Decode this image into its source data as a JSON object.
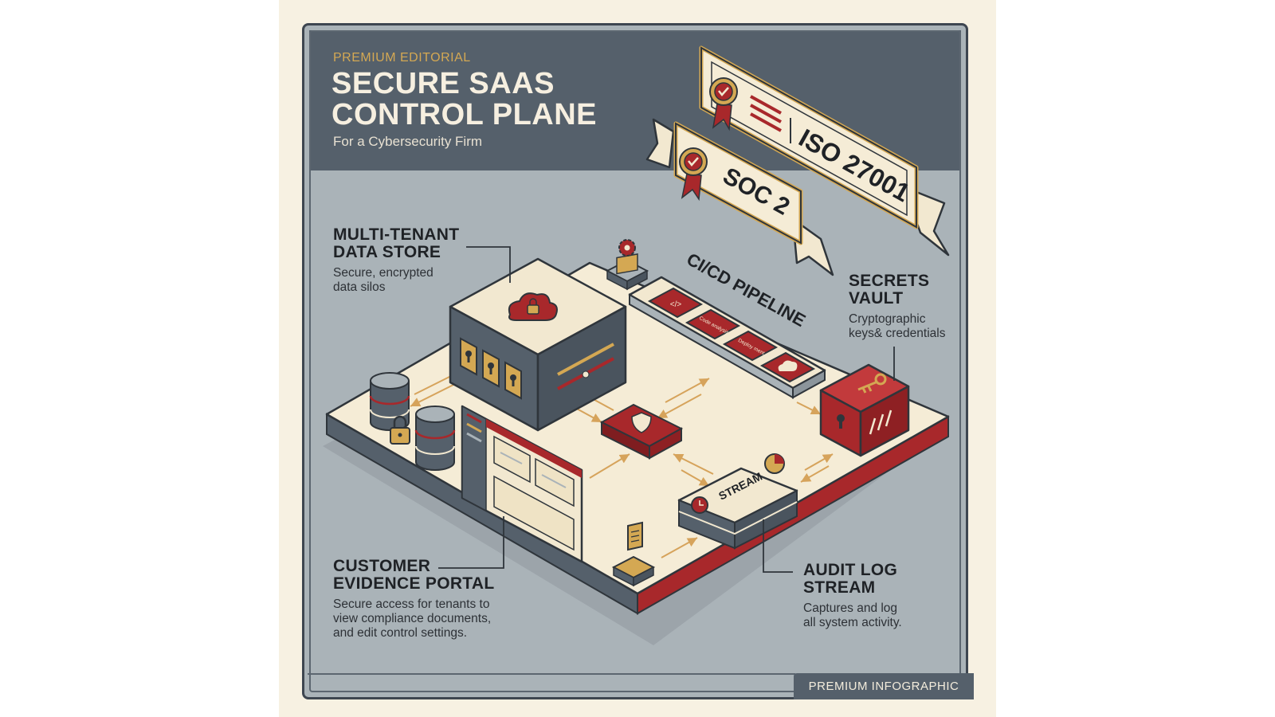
{
  "header": {
    "eyebrow": "PREMIUM EDITORIAL",
    "title_line1": "SECURE  SAAS",
    "title_line2": "CONTROL PLANE",
    "subtitle": "For a Cybersecurity Firm"
  },
  "badges": [
    {
      "label": "ISO 27001"
    },
    {
      "label": "SOC 2"
    }
  ],
  "pipeline": {
    "label": "CI/CD PIPELINE",
    "stages": [
      "</>",
      "Code analysis",
      "Deploy ment",
      "cloud"
    ]
  },
  "stream_label": "STREAM",
  "callouts": {
    "data_store": {
      "title_line1": "MULTI-TENANT",
      "title_line2": "DATA STORE",
      "desc_line1": "Secure, encrypted",
      "desc_line2": "data silos"
    },
    "vault": {
      "title_line1": "SECRETS",
      "title_line2": "VAULT",
      "desc_line1": "Cryptographic",
      "desc_line2": "keys& credentials"
    },
    "portal": {
      "title_line1": "CUSTOMER",
      "title_line2": "EVIDENCE PORTAL",
      "desc_line1": "Secure access for tenants to",
      "desc_line2": "view compliance documents,",
      "desc_line3": "and edit control settings."
    },
    "audit": {
      "title_line1": "AUDIT LOG",
      "title_line2": "STREAM",
      "desc_line1": "Captures and log",
      "desc_line2": "all system activity."
    }
  },
  "footer": {
    "label": "PREMIUM INFOGRAPHIC"
  },
  "colors": {
    "navy": "#55606b",
    "cream": "#f7f1e2",
    "crimson": "#a8282b",
    "gold": "#d4a853",
    "slate": "#aab3b8"
  }
}
